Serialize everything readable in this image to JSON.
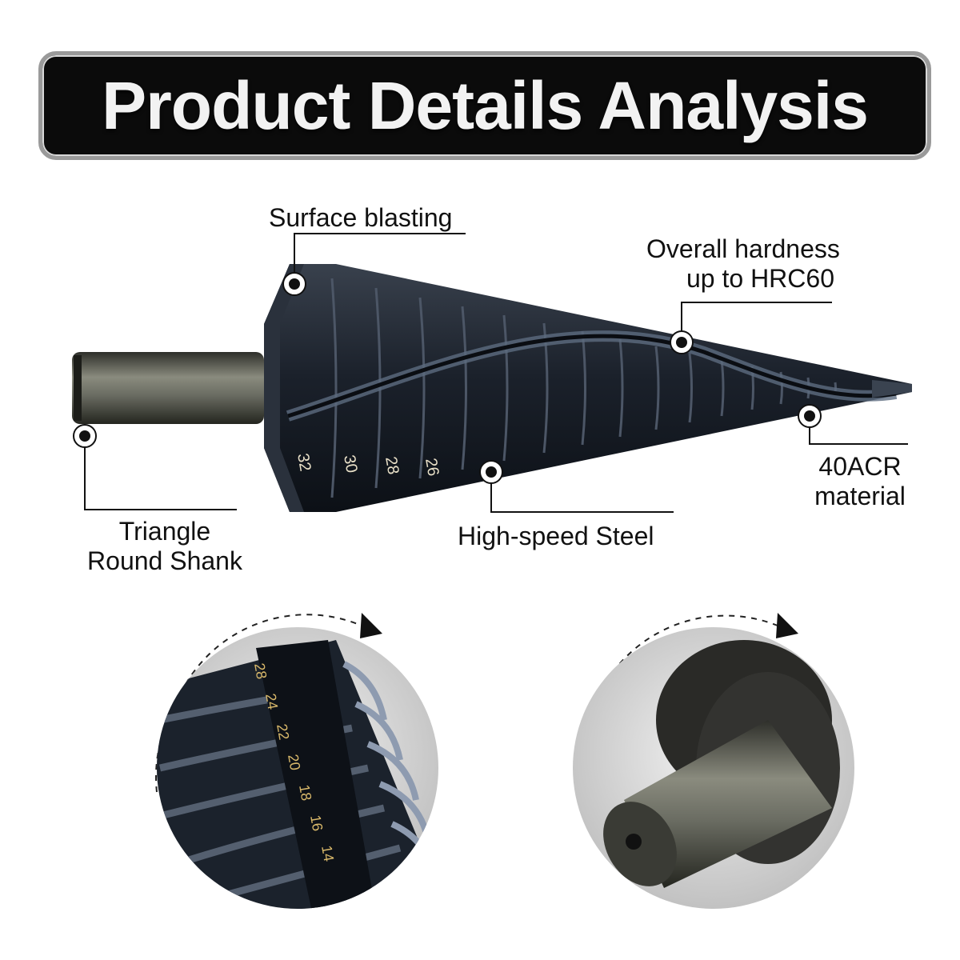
{
  "banner": {
    "title": "Product Details Analysis"
  },
  "callouts": {
    "surface": "Surface blasting",
    "hardness_line1": "Overall hardness",
    "hardness_line2": "up to HRC60",
    "material_line1": "40ACR",
    "material_line2": "material",
    "steel": "High-speed Steel",
    "shank_line1": "Triangle",
    "shank_line2": "Round Shank"
  },
  "bit_markings": [
    "32",
    "30",
    "28",
    "26"
  ],
  "closeup_markings": [
    "28",
    "24",
    "22",
    "20",
    "18",
    "16",
    "14"
  ],
  "colors": {
    "banner_bg": "#0b0b0b",
    "steel_dark": "#1a2230",
    "shank": "#6a6c62",
    "text": "#111111"
  }
}
